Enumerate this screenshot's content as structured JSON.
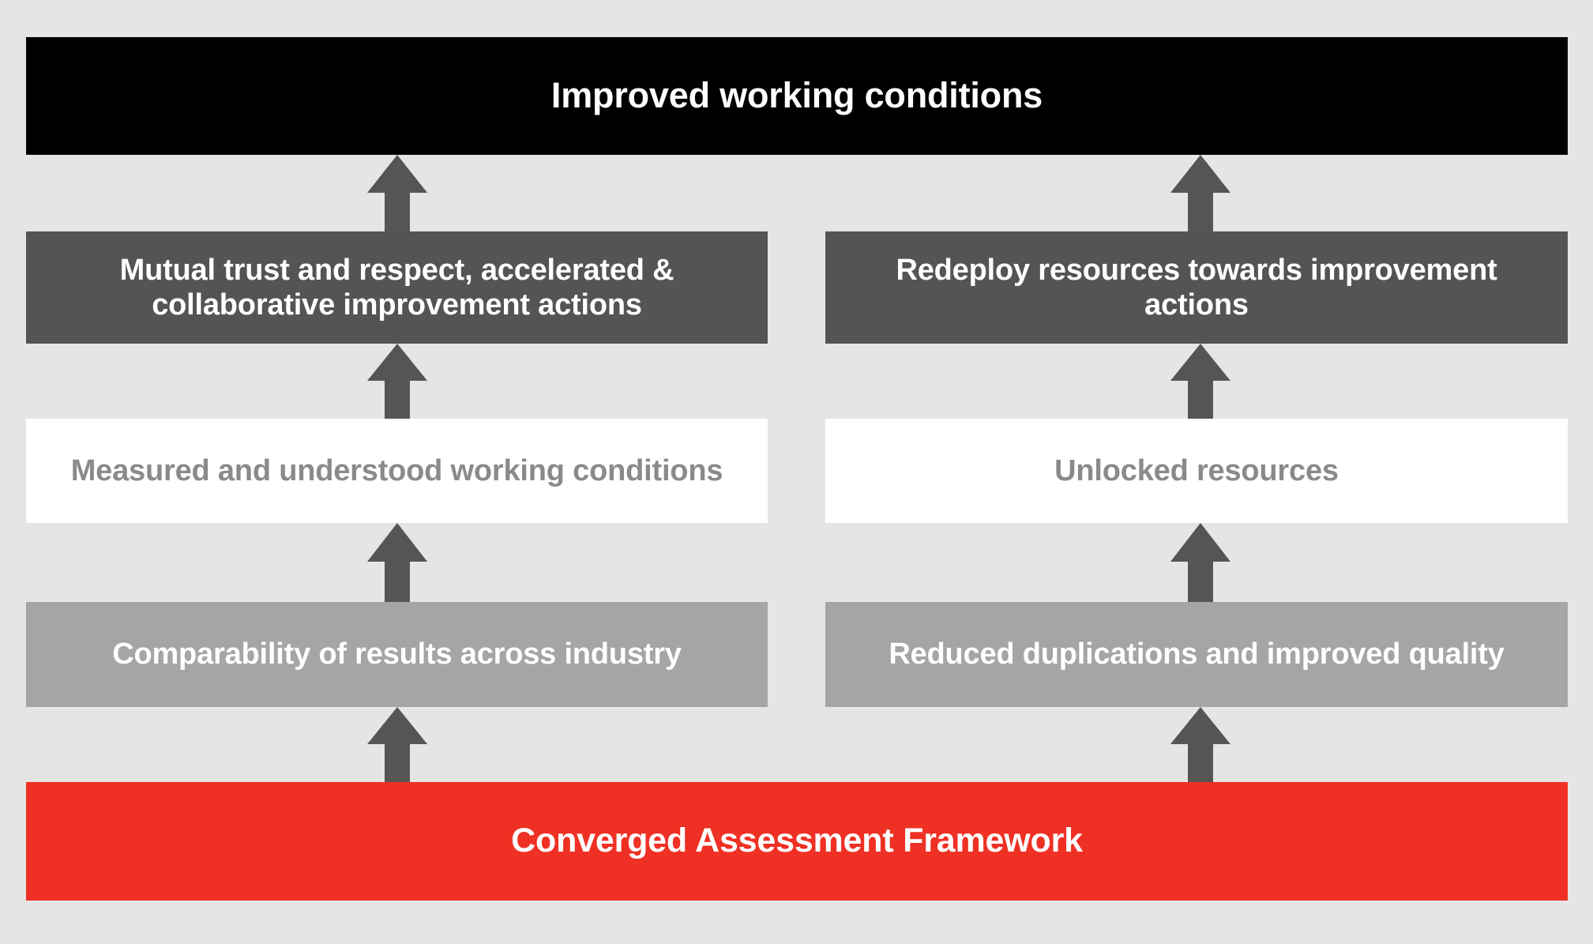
{
  "diagram": {
    "title": "Converged Assessment Framework benefits pyramid",
    "background_color": "#e6e4e5",
    "arrow_color": "#555555",
    "rows": {
      "outcome": {
        "text": "Improved working conditions",
        "color": "#000000",
        "text_color": "#ffffff"
      },
      "benefits": {
        "color": "#545454",
        "text_color": "#ffffff",
        "left": "Mutual trust and respect, accelerated & collaborative improvement actions",
        "right": "Redeploy resources towards improvement actions"
      },
      "states": {
        "color": "#ffffff",
        "text_color": "#8a8a8a",
        "left": "Measured and understood working conditions",
        "right": "Unlocked resources"
      },
      "outputs": {
        "color": "#a5a5a5",
        "text_color": "#ffffff",
        "left": "Comparability of results across industry",
        "right": "Reduced duplications and improved quality"
      },
      "foundation": {
        "text": "Converged Assessment Framework",
        "color": "#ee3124",
        "text_color": "#ffffff"
      }
    },
    "arrows": [
      {
        "name": "arrow-left-benefit-to-outcome",
        "direction": "up"
      },
      {
        "name": "arrow-right-benefit-to-outcome",
        "direction": "up"
      },
      {
        "name": "arrow-left-state-to-benefit",
        "direction": "up"
      },
      {
        "name": "arrow-right-state-to-benefit",
        "direction": "up"
      },
      {
        "name": "arrow-left-output-to-state",
        "direction": "up"
      },
      {
        "name": "arrow-right-output-to-state",
        "direction": "up"
      },
      {
        "name": "arrow-left-foundation-to-output",
        "direction": "up"
      },
      {
        "name": "arrow-right-foundation-to-output",
        "direction": "up"
      }
    ]
  }
}
